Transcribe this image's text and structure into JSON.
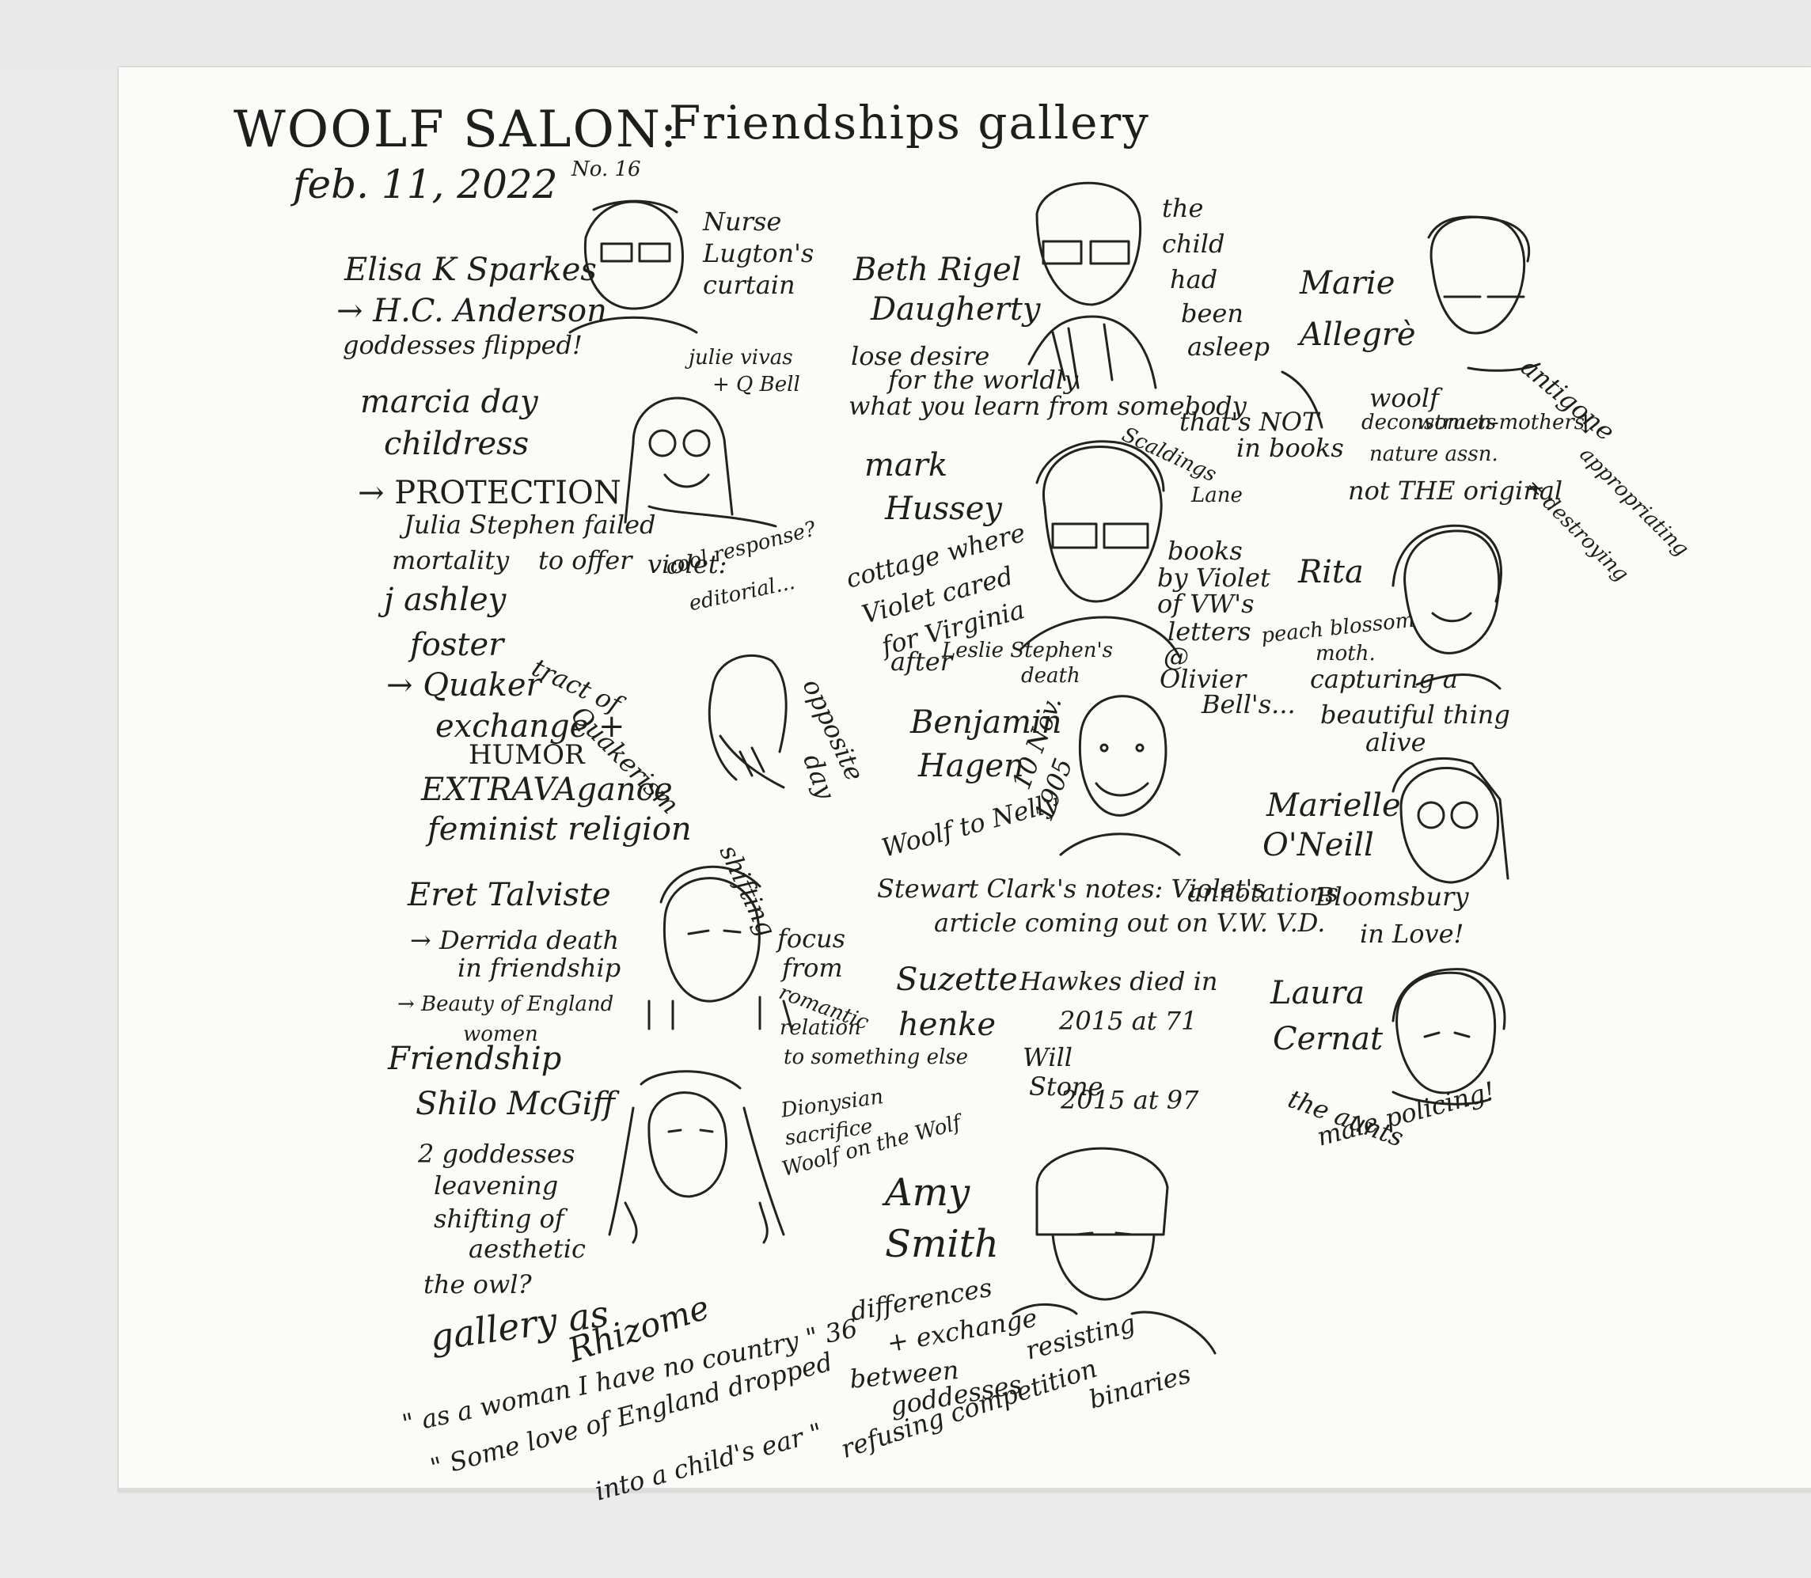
{
  "title": "WOOLF SALON:",
  "subtitle": "Friendships gallery",
  "date": "feb. 11, 2022",
  "number": "No. 16",
  "notes": {
    "elisa": {
      "name": "Elisa K Sparkes",
      "line1": "→ H.C. Anderson",
      "line2": "goddesses flipped!"
    },
    "nurse": {
      "line1": "Nurse",
      "line2": "Lugton's",
      "line3": "curtain",
      "line4": "julie vivas",
      "line5": "+ Q Bell"
    },
    "beth": {
      "name1": "Beth Rigel",
      "name2": "Daugherty",
      "line1": "lose desire",
      "line2": "for the worldly",
      "line3": "what you learn from somebody",
      "line4": "that's NOT",
      "line5": "in books"
    },
    "child": {
      "line1": "the",
      "line2": "child",
      "line3": "had",
      "line4": "been",
      "line5": "asleep"
    },
    "marie": {
      "name1": "Marie",
      "name2": "Allegrè",
      "line1": "woolf",
      "line2": "deconstructs",
      "line3": "women-mothers",
      "line4": "nature assn.",
      "line5": "not THE original"
    },
    "antigone": {
      "line1": "antigone",
      "line2": "↓",
      "line3": "appropriating",
      "line4": "≠ destroying"
    },
    "marcia": {
      "name1": "marcia day",
      "name2": "childress",
      "line1": "→ PROTECTION",
      "line2": "Julia Stephen failed",
      "line3": "to offer",
      "line4": "mortality"
    },
    "violet": {
      "line1": "violet:",
      "line2": "cool response?",
      "line3": "editorial..."
    },
    "mark": {
      "name1": "mark",
      "name2": "Hussey",
      "line1": "cottage where",
      "line2": "Violet cared",
      "line3": "for Virginia",
      "line4": "after",
      "line5": "Leslie Stephen's",
      "line6": "death"
    },
    "scaldings": {
      "line1": "Scaldings",
      "line2": "Lane"
    },
    "books": {
      "line1": "books",
      "line2": "by Violet",
      "line3": "of VW's",
      "line4": "letters",
      "line5": "@",
      "line6": "Olivier",
      "line7": "Bell's..."
    },
    "rita": {
      "name": "Rita",
      "line1": "peach blossom",
      "line2": "moth.",
      "line3": "capturing a",
      "line4": "beautiful thing",
      "line5": "alive"
    },
    "ashley": {
      "name1": "j ashley",
      "name2": "foster",
      "line1": "→ Quaker",
      "line2": "tract of",
      "line3": "Quakerism",
      "line4": "exchange +",
      "line5": "HUMOR",
      "line6": "EXTRAVAgance",
      "line7": "feminist religion"
    },
    "opposite": {
      "line1": "opposite",
      "line2": "day"
    },
    "benjamin": {
      "name1": "Benjamin",
      "name2": "Hagen",
      "line1": "10 Nov.",
      "line2": "1905",
      "line3": "Woolf to Nelly",
      "line4": "Stewart Clark's notes: Violet's",
      "line5": "annotations",
      "line6": "article coming out on V.W. V.D."
    },
    "marielle": {
      "name1": "Marielle",
      "name2": "O'Neill",
      "line1": "Bloomsbury",
      "line2": "in Love!"
    },
    "eret": {
      "name": "Eret Talviste",
      "line1": "→ Derrida death",
      "line2": "in friendship",
      "line3": "→ Beauty of England",
      "line4": "women",
      "line5": "Friendship"
    },
    "shifting": {
      "line1": "shifting",
      "line2": "focus",
      "line3": "from",
      "line4": "romantic",
      "line5": "relation",
      "line6": "to something else"
    },
    "suzette": {
      "name1": "Suzette",
      "name2": "henke",
      "line1": "Hawkes died in",
      "line2": "2015 at 71",
      "line3": "Will",
      "line4": "Stone",
      "line5": "2015 at 97"
    },
    "laura": {
      "name1": "Laura",
      "name2": "Cernat",
      "line1": "the aunts",
      "line2": "male policing!"
    },
    "shilo": {
      "name": "Shilo McGiff",
      "line1": "2 goddesses",
      "line2": "leavening",
      "line3": "shifting of",
      "line4": "aesthetic",
      "line5": "the owl?",
      "line6": "gallery as",
      "line7": "Rhizome",
      "line8": "\" as a woman I have no country \" 36",
      "line9": "\" Some love of England dropped",
      "line10": "into a child's ear \""
    },
    "dionysian": {
      "line1": "Dionysian",
      "line2": "sacrifice",
      "line3": "Woolf on the Wolf"
    },
    "amy": {
      "name1": "Amy",
      "name2": "Smith",
      "line1": "differences",
      "line2": "+ exchange",
      "line3": "between",
      "line4": "goddesses",
      "line5": "refusing competition",
      "line6": "resisting",
      "line7": "binaries"
    }
  }
}
